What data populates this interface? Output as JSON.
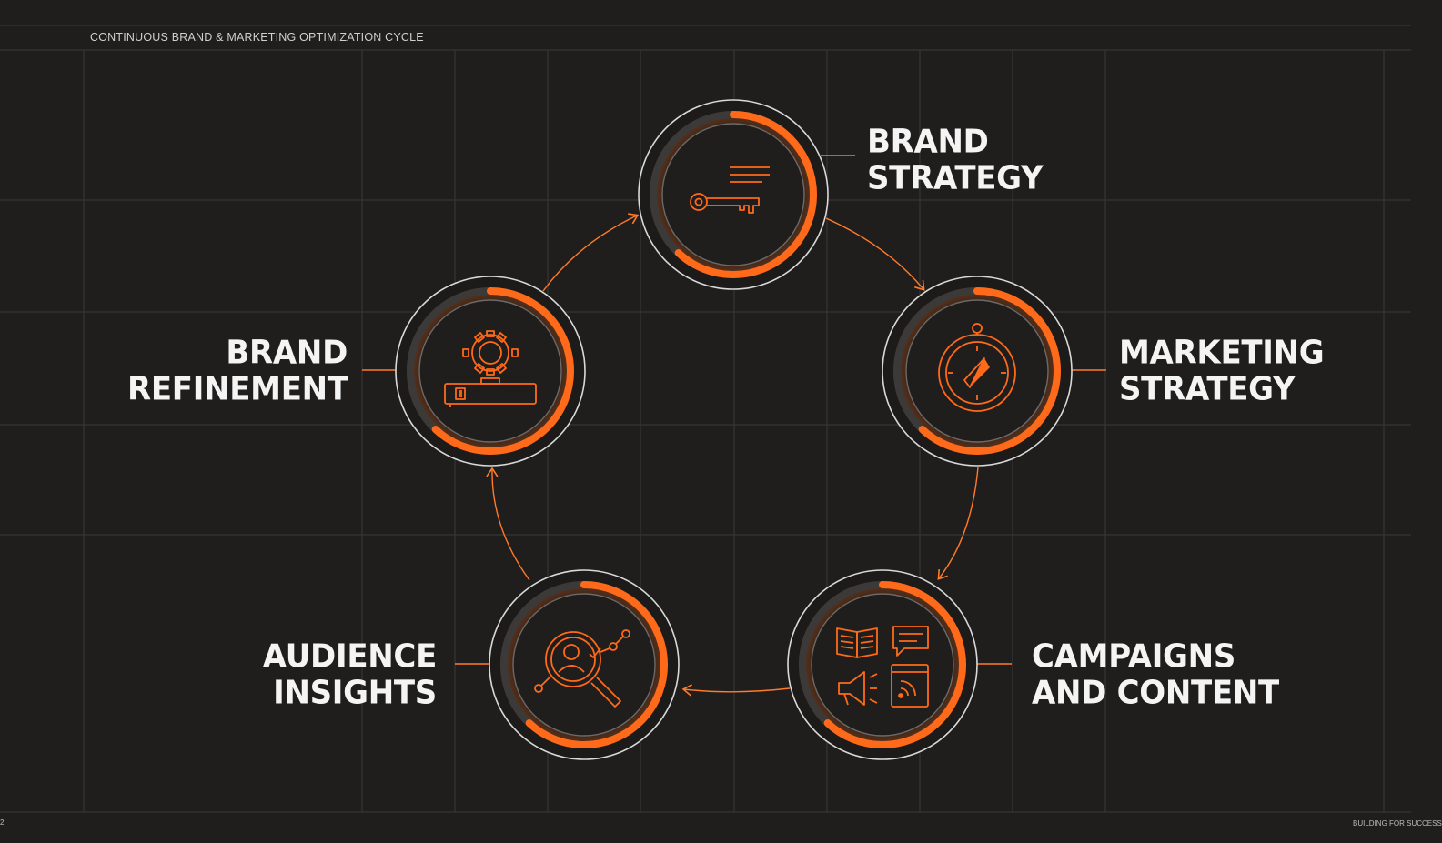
{
  "header": {
    "title": "CONTINUOUS BRAND & MARKETING OPTIMIZATION CYCLE"
  },
  "footer": {
    "left": "2",
    "right": "BUILDING FOR SUCCESS"
  },
  "colors": {
    "background": "#1f1e1d",
    "accent": "#ff6a1a",
    "grid": "#3a3937",
    "ring": "#d9d9d9"
  },
  "stages": [
    {
      "id": "brand-strategy",
      "lines": [
        "BRAND",
        "STRATEGY"
      ],
      "icon": "key-document-icon"
    },
    {
      "id": "marketing-strategy",
      "lines": [
        "MARKETING",
        "STRATEGY"
      ],
      "icon": "compass-icon"
    },
    {
      "id": "campaigns-content",
      "lines": [
        "CAMPAIGNS",
        "AND CONTENT"
      ],
      "icon": "content-channels-icon"
    },
    {
      "id": "audience-insights",
      "lines": [
        "AUDIENCE",
        "INSIGHTS"
      ],
      "icon": "magnifier-analytics-icon"
    },
    {
      "id": "brand-refinement",
      "lines": [
        "BRAND",
        "REFINEMENT"
      ],
      "icon": "gear-level-icon"
    }
  ]
}
